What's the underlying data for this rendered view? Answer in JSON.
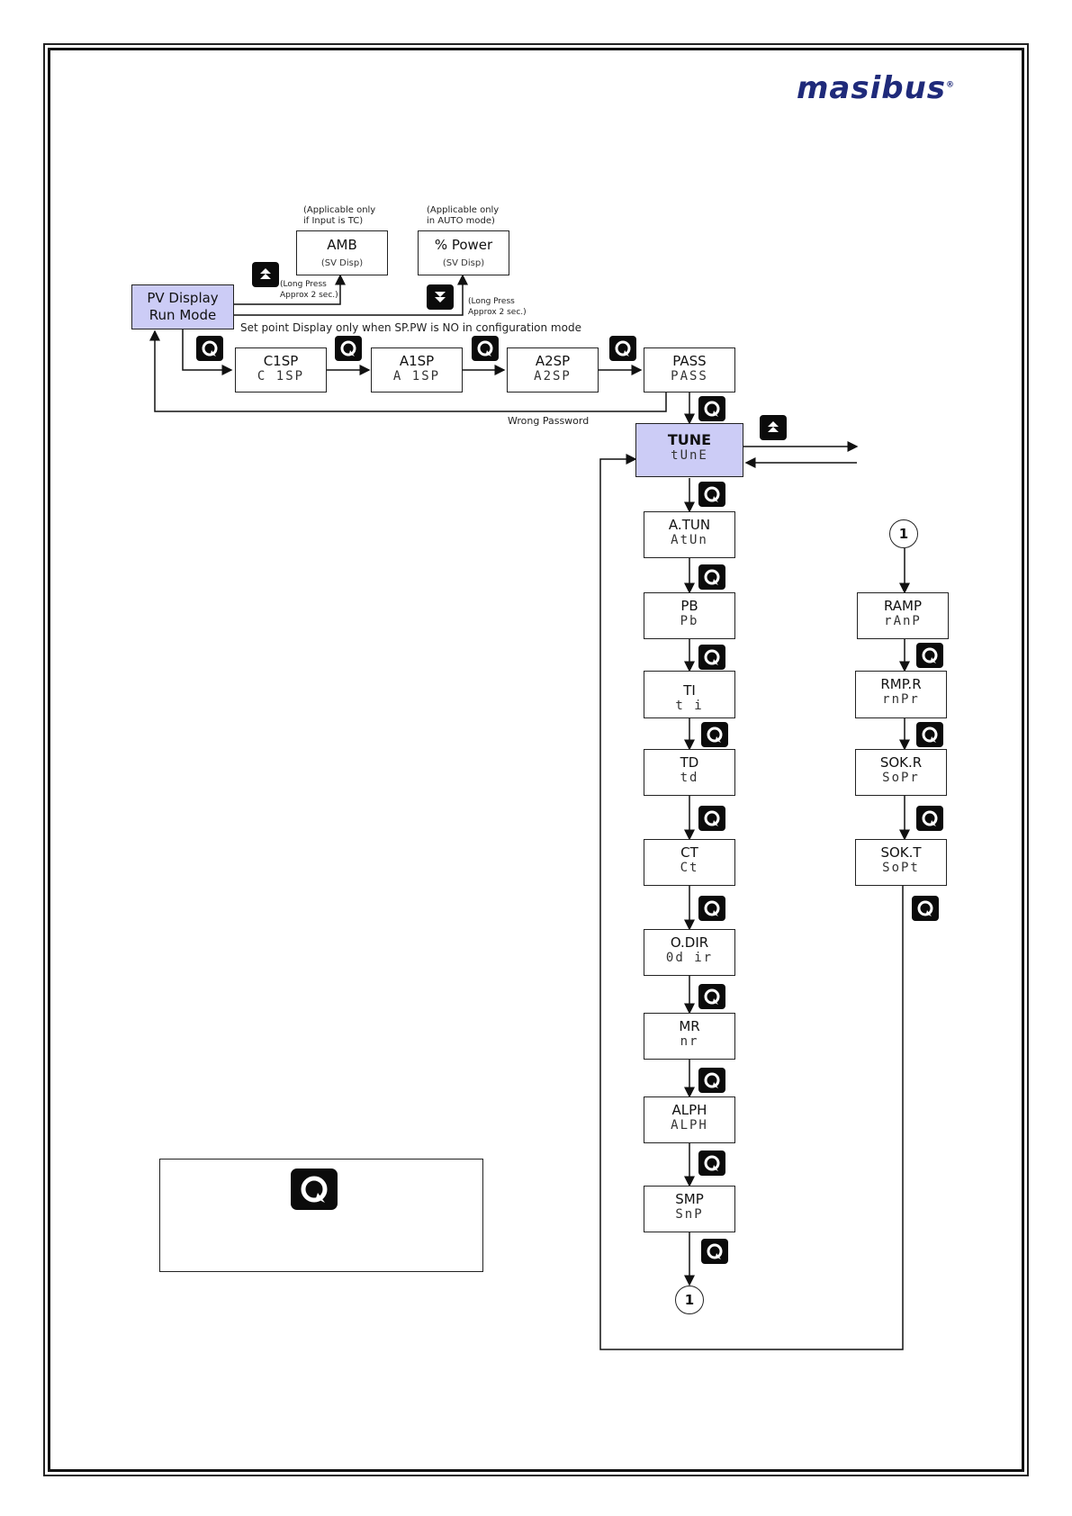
{
  "logo": {
    "text": "masibus",
    "mark": "®"
  },
  "pv_display": {
    "line1": "PV Display",
    "line2": "Run Mode"
  },
  "amb": {
    "note_line1": "(Applicable only",
    "note_line2": "if Input is TC)",
    "label": "AMB",
    "sub": "(SV Disp)"
  },
  "power": {
    "note_line1": "(Applicable only",
    "note_line2": "in AUTO mode)",
    "label": "% Power",
    "sub": "(SV Disp)"
  },
  "long_press_up": {
    "line1": "(Long Press",
    "line2": "Approx 2 sec.)"
  },
  "long_press_down": {
    "line1": "(Long Press",
    "line2": "Approx 2 sec.)"
  },
  "setpoint_note": "Set point Display only when SP.PW is NO in configuration mode",
  "wrong_password": "Wrong Password",
  "setpoint_chain": [
    {
      "label": "C1SP",
      "seg": "C 1SP"
    },
    {
      "label": "A1SP",
      "seg": "A 1SP"
    },
    {
      "label": "A2SP",
      "seg": "A2SP"
    },
    {
      "label": "PASS",
      "seg": "PASS"
    }
  ],
  "tune": {
    "label": "TUNE",
    "seg": "tUnE"
  },
  "tune_params": [
    {
      "label": "A.TUN",
      "seg": "AtUn"
    },
    {
      "label": "PB",
      "seg": "Pb"
    },
    {
      "label": "TI",
      "seg": "t i"
    },
    {
      "label": "TD",
      "seg": "td"
    },
    {
      "label": "CT",
      "seg": "Ct"
    },
    {
      "label": "O.DIR",
      "seg": "0d ir"
    },
    {
      "label": "MR",
      "seg": "nr"
    },
    {
      "label": "ALPH",
      "seg": "ALPH"
    },
    {
      "label": "SMP",
      "seg": "SnP"
    }
  ],
  "ramp_params": [
    {
      "label": "RAMP",
      "seg": "rAnP"
    },
    {
      "label": "RMP.R",
      "seg": "rnPr"
    },
    {
      "label": "SOK.R",
      "seg": "SoPr"
    },
    {
      "label": "SOK.T",
      "seg": "SoPt"
    }
  ],
  "connector": "1",
  "icons": {
    "enter": "enter-key-icon",
    "up": "up-key-icon",
    "down": "down-key-icon"
  },
  "colors": {
    "highlight": "#ccccf6",
    "logo": "#1f2a7a",
    "key": "#0b0b0b"
  }
}
